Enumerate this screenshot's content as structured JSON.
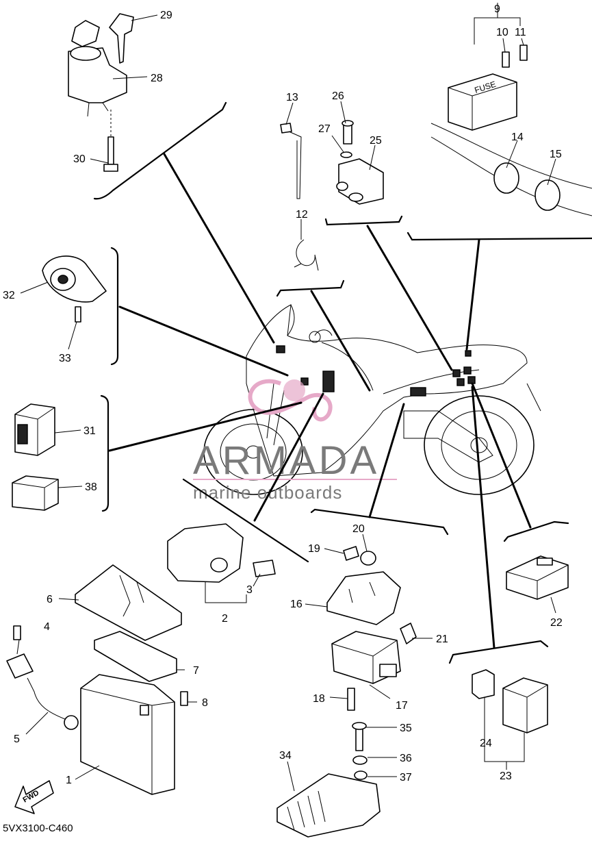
{
  "diagram_code": "5VX3100-C460",
  "fwd_label": "FWD",
  "fuse_label": "FUSE",
  "watermark": {
    "brand": "ARMADA",
    "tagline": "marine outboards"
  },
  "callouts": [
    "1",
    "2",
    "3",
    "4",
    "5",
    "6",
    "7",
    "8",
    "9",
    "10",
    "11",
    "12",
    "13",
    "14",
    "15",
    "16",
    "17",
    "18",
    "19",
    "20",
    "21",
    "22",
    "23",
    "24",
    "25",
    "26",
    "27",
    "28",
    "29",
    "30",
    "31",
    "32",
    "33",
    "34",
    "35",
    "36",
    "37",
    "38"
  ]
}
